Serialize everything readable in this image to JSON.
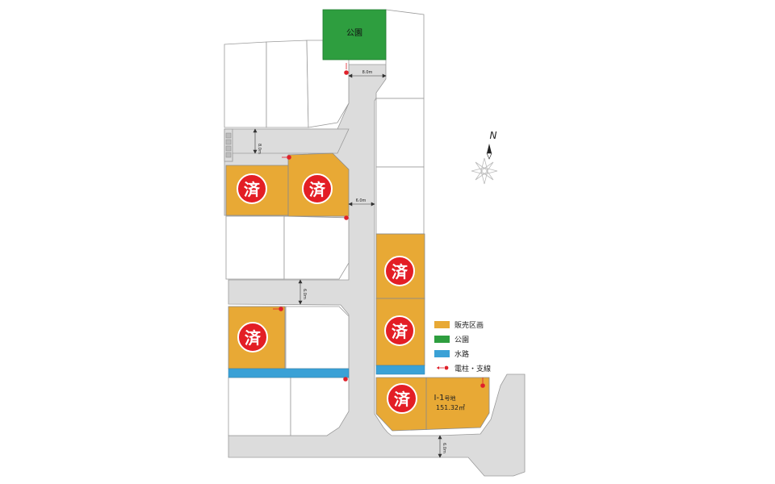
{
  "map": {
    "park_label": "公園",
    "sold_mark": "済",
    "road_widths": [
      "8.0m",
      "8.0m",
      "6.0m",
      "6.0m",
      "6.0m"
    ],
    "available_lot": {
      "label": "Ⅰ-1",
      "suffix": "号地",
      "area": "151.32㎡"
    },
    "north_label": "N"
  },
  "legend": {
    "items": [
      {
        "label": "販売区画",
        "color": "#e8a935"
      },
      {
        "label": "公園",
        "color": "#2e9e3f"
      },
      {
        "label": "水路",
        "color": "#3aa1d6"
      },
      {
        "label": "電柱・支線",
        "color": "#e0202a"
      }
    ]
  },
  "colors": {
    "road": "#dcdcdc",
    "lot_outline": "#8a8a8a",
    "sold_circle": "#e31e25"
  }
}
